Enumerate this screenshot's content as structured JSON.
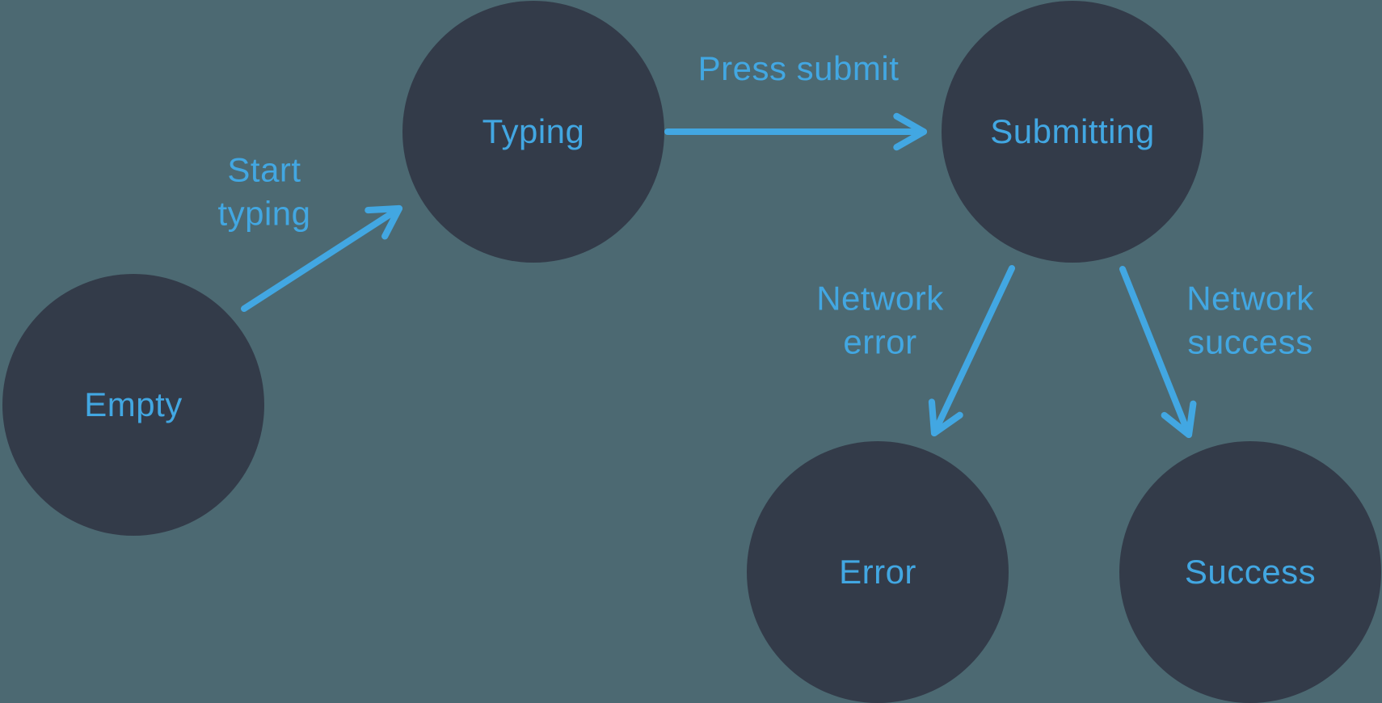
{
  "diagram": {
    "type": "state-machine",
    "colors": {
      "background": "#4C6972",
      "node_fill": "#333B49",
      "accent": "#42A7E2"
    },
    "nodes": [
      {
        "id": "empty",
        "label": "Empty"
      },
      {
        "id": "typing",
        "label": "Typing"
      },
      {
        "id": "submitting",
        "label": "Submitting"
      },
      {
        "id": "error",
        "label": "Error"
      },
      {
        "id": "success",
        "label": "Success"
      }
    ],
    "edges": [
      {
        "id": "start-typing",
        "label": "Start typing",
        "from": "empty",
        "to": "typing"
      },
      {
        "id": "press-submit",
        "label": "Press submit",
        "from": "typing",
        "to": "submitting"
      },
      {
        "id": "network-error",
        "label": "Network error",
        "from": "submitting",
        "to": "error"
      },
      {
        "id": "network-success",
        "label": "Network success",
        "from": "submitting",
        "to": "success"
      }
    ]
  }
}
